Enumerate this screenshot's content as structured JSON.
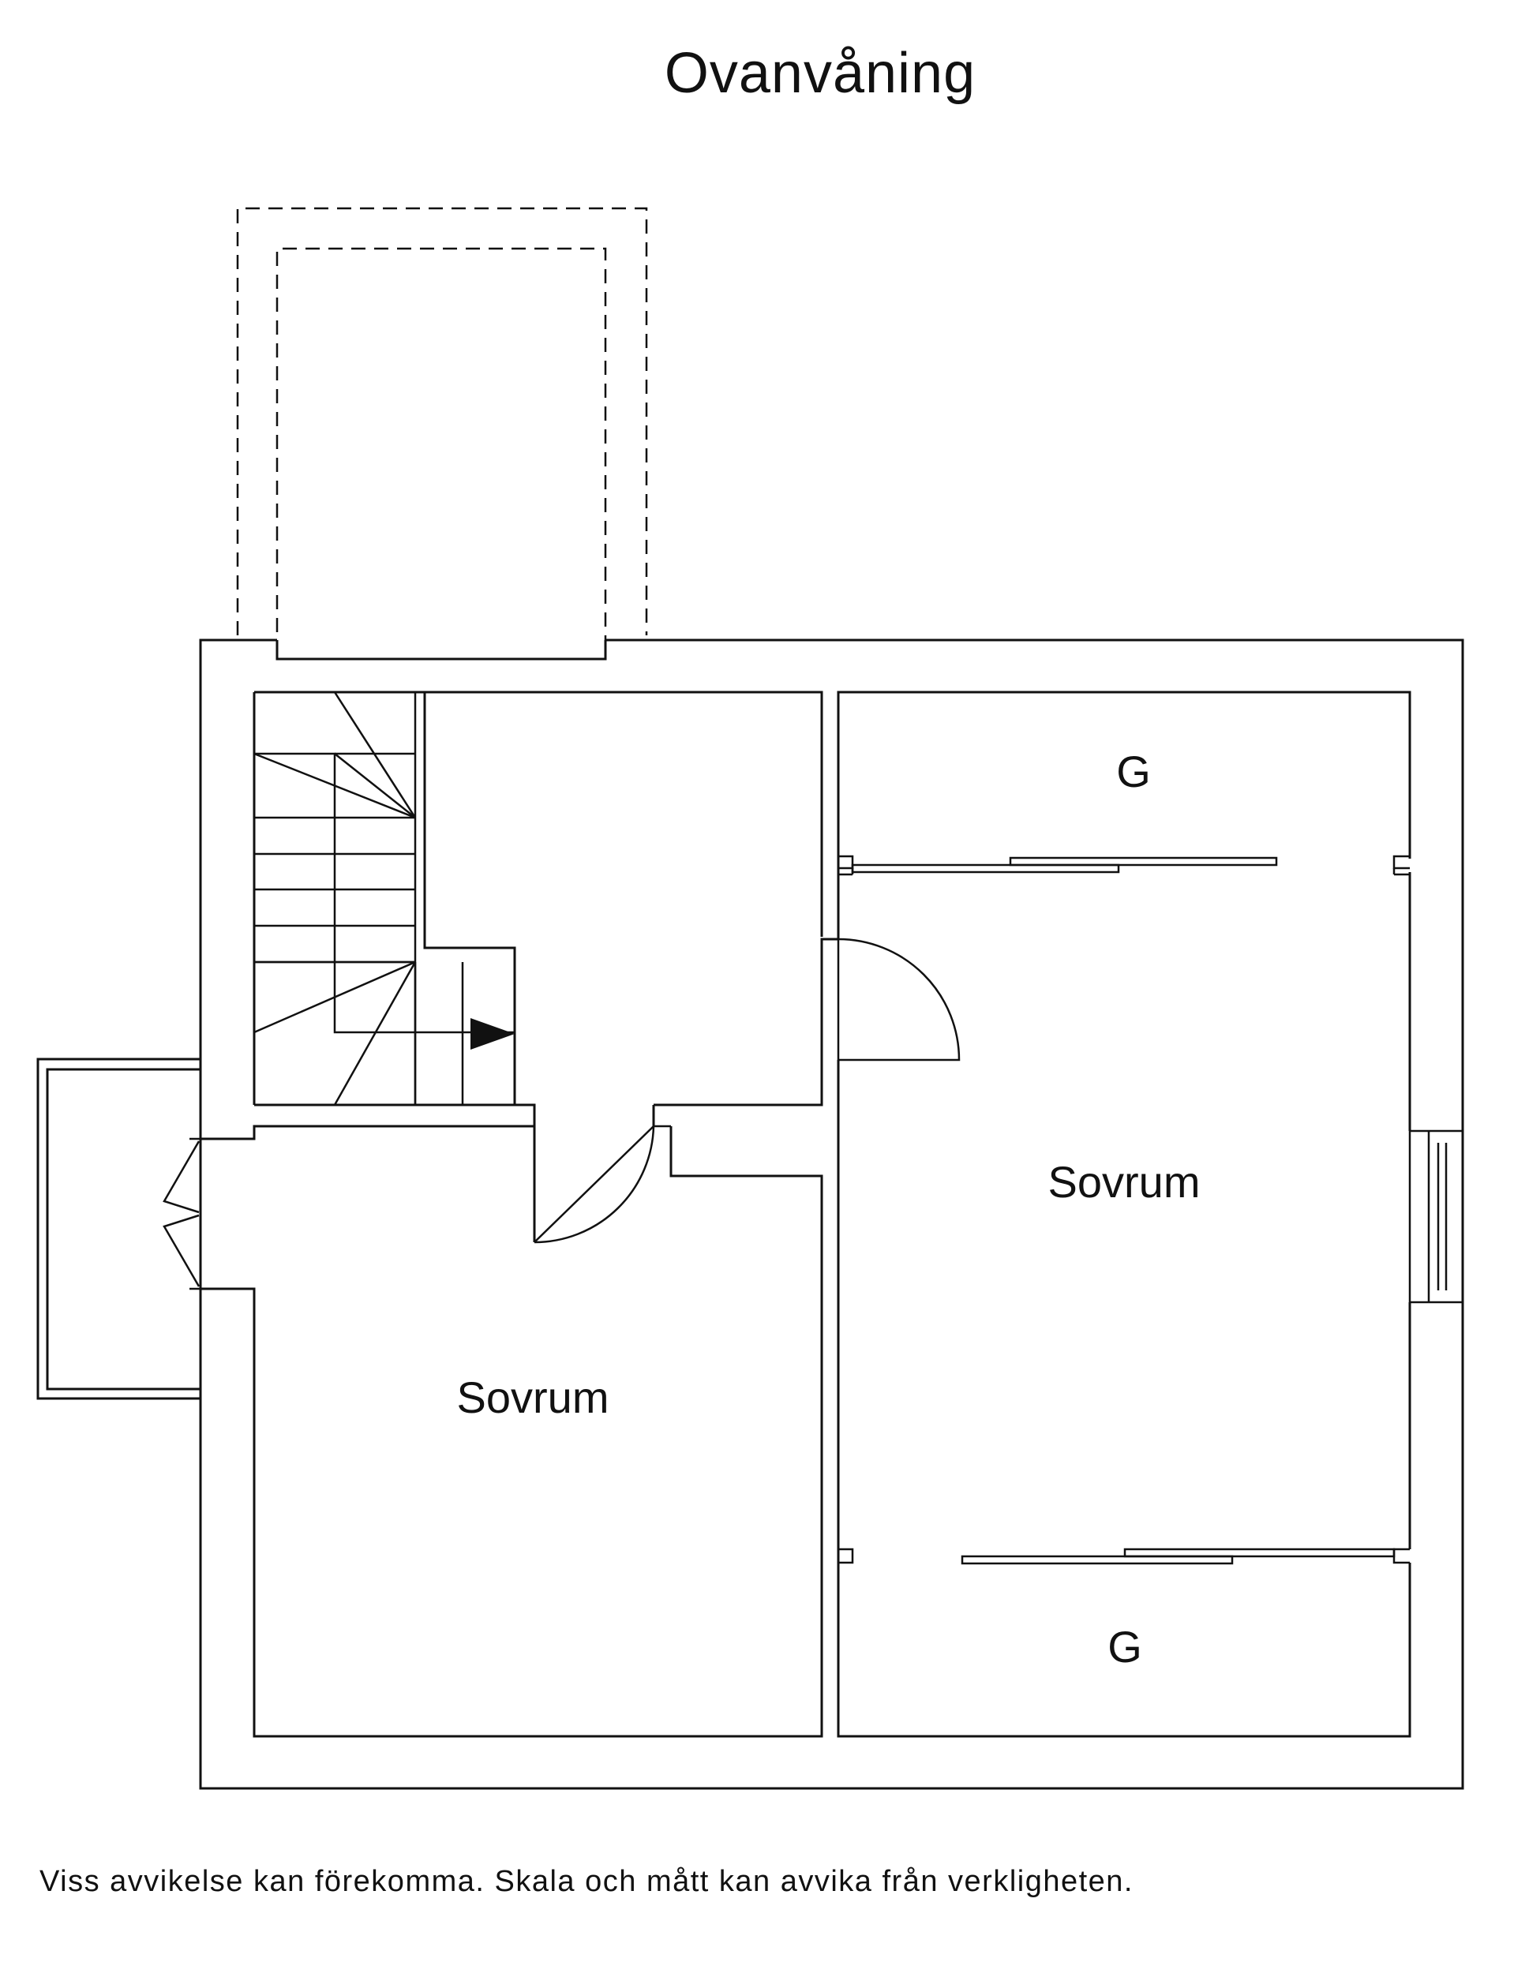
{
  "title": "Ovanvåning",
  "rooms": {
    "closet_top": "G",
    "bedroom_right": "Sovrum",
    "bedroom_left": "Sovrum",
    "closet_bottom": "G"
  },
  "disclaimer": "Viss avvikelse kan förekomma. Skala och mått kan avvika från verkligheten."
}
